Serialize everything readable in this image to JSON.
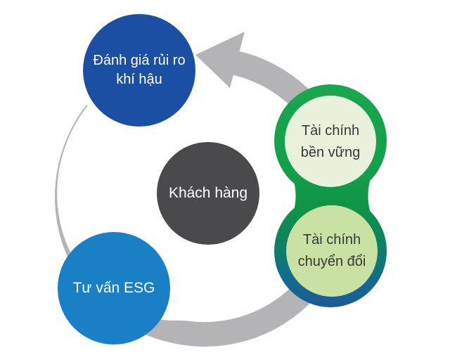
{
  "diagram": {
    "background_color": "#ffffff",
    "cycle_arrow": {
      "color": "#b4b4b6",
      "direction": "counterclockwise"
    },
    "center_node": {
      "label": "Khách hàng",
      "fill": "#4a4a4d",
      "text_color": "#ffffff"
    },
    "nodes": {
      "climate_risk": {
        "lines": [
          "Đánh giá rủi ro",
          "khí hậu"
        ],
        "fill": "#1a4fa4",
        "text_color": "#ffffff"
      },
      "esg": {
        "label": "Tư vấn ESG",
        "fill": "#1a80c5",
        "text_color": "#ffffff"
      },
      "sustainable_finance": {
        "lines": [
          "Tài chính",
          "bền vững"
        ],
        "fill": "#e9f1da",
        "text_color": "#383838"
      },
      "transition_finance": {
        "lines": [
          "Tài chính",
          "chuyển đổi"
        ],
        "fill": "#c9e2a4",
        "text_color": "#383838"
      }
    },
    "capsule_gradient": {
      "stop0": "#1ba64f",
      "stop1": "#12a04a",
      "stop2": "#0f9348",
      "stop3": "#0d7e68",
      "stop4": "#136b91",
      "stop5": "#1c5995"
    }
  }
}
